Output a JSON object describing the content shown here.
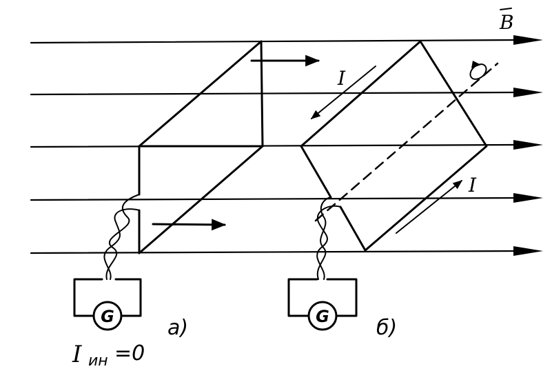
{
  "labels": {
    "field": "B",
    "current_b_top": "I",
    "current_b_bottom": "I",
    "galvanometer_a": "G",
    "galvanometer_b": "G",
    "induced_current_symbol": "I",
    "induced_current_subscript": "ин",
    "induced_current_value": "=0",
    "panel_a": "а)",
    "panel_b": "б)"
  },
  "colors": {
    "ink": "#000000",
    "background": "#ffffff"
  },
  "icons": {
    "rotation": "rotation-arrow-icon",
    "galvanometer": "galvanometer-icon"
  }
}
